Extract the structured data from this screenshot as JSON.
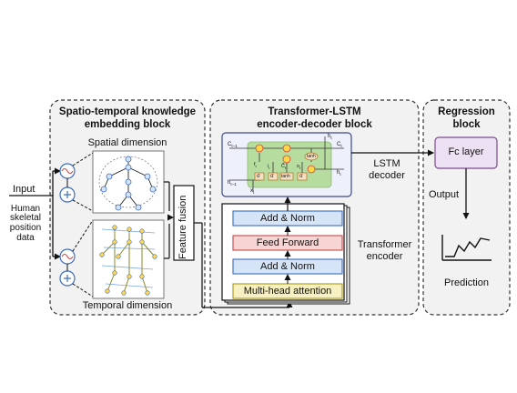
{
  "left_inputs": {
    "input": "Input",
    "human": "Human",
    "skeletal": "skeletal",
    "position": "position",
    "data": "data"
  },
  "spatio_block": {
    "title_line1": "Spatio-temporal knowledge",
    "title_line2": "embedding block",
    "spatial_label": "Spatial dimension",
    "temporal_label": "Temporal dimension",
    "feature_fusion": "Feature fusion"
  },
  "transformer_block": {
    "title_line1": "Transformer-LSTM",
    "title_line2": "encoder-decoder block",
    "add_norm_top": "Add & Norm",
    "feed_forward": "Feed Forward",
    "add_norm_bottom": "Add & Norm",
    "multi_head": "Multi-head attention",
    "transformer_label_1": "Transformer",
    "transformer_label_2": "encoder",
    "lstm_label_1": "LSTM",
    "lstm_label_2": "decoder",
    "lstm_cell": {
      "c_prev": "C",
      "c_prev_sub": "t−1",
      "c_next": "C",
      "c_next_sub": "t",
      "h_prev": "h",
      "h_prev_sub": "t−1",
      "h_next": "h",
      "h_next_sub": "t",
      "h_top": "h",
      "h_top_sub": "t",
      "x": "x",
      "x_sub": "t",
      "sigma": "σ",
      "tanh": "tanh",
      "f": "f",
      "f_sub": "t",
      "i": "i",
      "i_sub": "t",
      "c_tilde": "C̃",
      "c_tilde_sub": "t",
      "o": "o",
      "o_sub": "t"
    }
  },
  "regression_block": {
    "title_line1": "Regression",
    "title_line2": "block",
    "fc_layer": "Fc layer",
    "output": "Output",
    "prediction": "Prediction"
  },
  "colors": {
    "panel_bg": "#f2f2f2",
    "panel_border": "#333333",
    "norm_fill": "#d6e4f7",
    "norm_stroke": "#3b6cc4",
    "ff_fill": "#f8d5d5",
    "ff_stroke": "#c94747",
    "mha_fill": "#f7f0c2",
    "mha_stroke": "#a8991a",
    "lstm_bg": "#eef0fb",
    "lstm_green": "#b7dca0",
    "fc_fill": "#ece0f3",
    "fc_stroke": "#7b4a8e",
    "skeleton_yellow": "#ffd54a",
    "skeleton_blue": "#7aa7e6"
  }
}
